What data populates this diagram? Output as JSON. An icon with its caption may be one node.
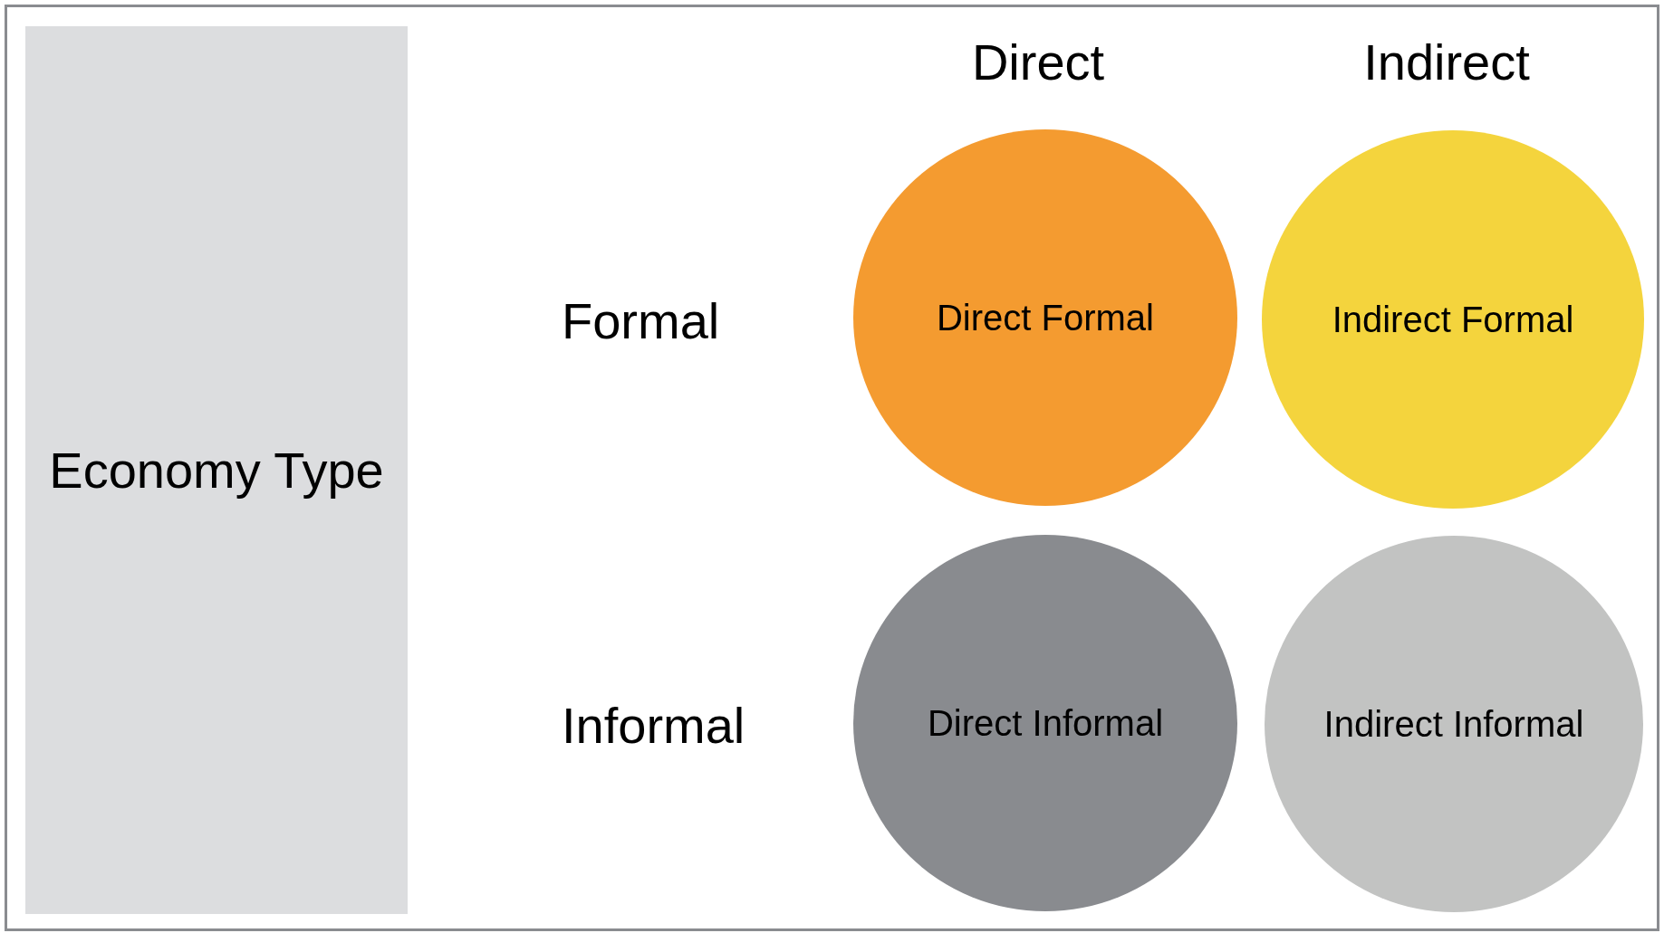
{
  "diagram": {
    "nodes": [
      {
        "text": [
          "Economy Type"
        ]
      },
      {
        "text": [
          "Direct Formal"
        ]
      },
      {
        "text": [
          "Indirect Formal"
        ]
      },
      {
        "text": [
          "Direct Informal"
        ]
      },
      {
        "text": [
          "Indirect Informal"
        ]
      }
    ],
    "labels": [
      "Direct",
      "Indirect",
      "Formal",
      "Informal"
    ]
  }
}
